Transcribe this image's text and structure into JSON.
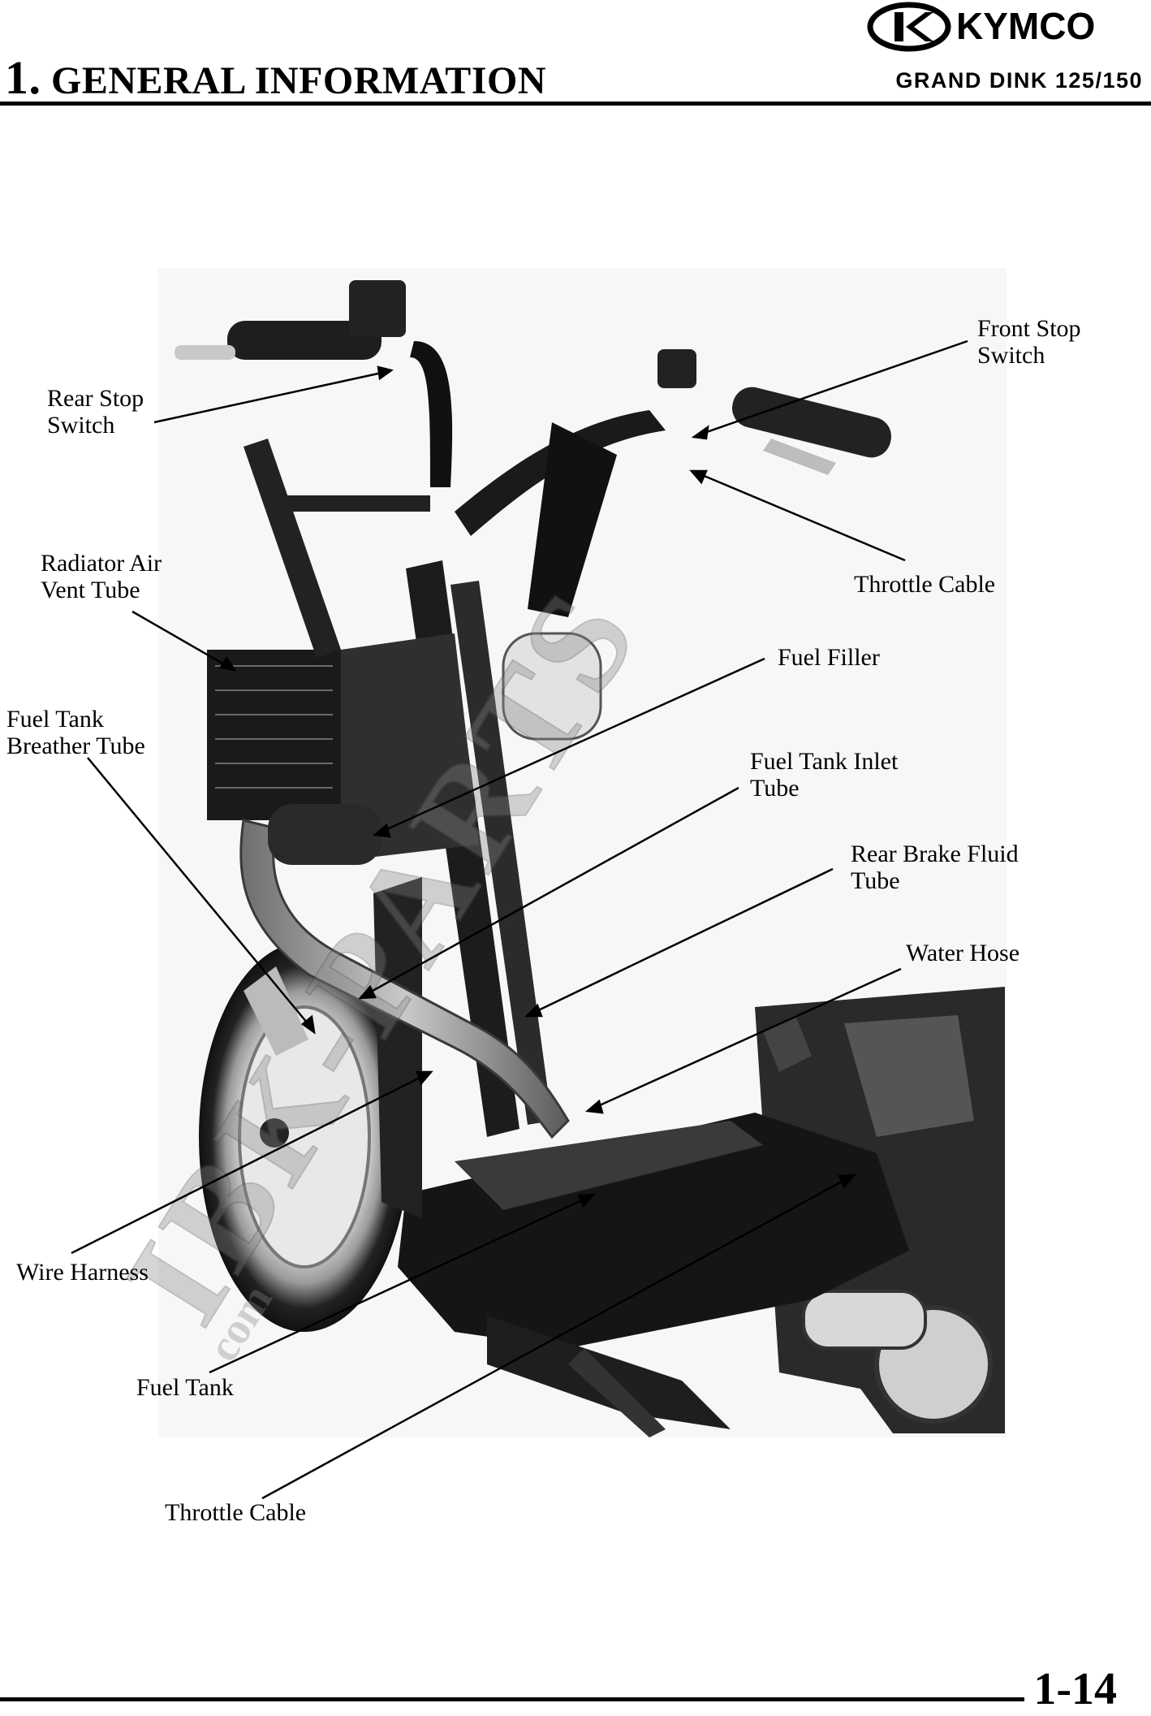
{
  "header": {
    "section_number": "1.",
    "section_title": "GENERAL INFORMATION",
    "brand": "KYMCO",
    "model": "GRAND DINK 125/150"
  },
  "watermark": {
    "text": "IBK-PARTS",
    "sub_text": "com"
  },
  "figure": {
    "labels": {
      "rear_stop_switch": [
        "Rear Stop",
        "Switch"
      ],
      "front_stop_switch": [
        "Front Stop",
        "Switch"
      ],
      "radiator_air_vent_tube": [
        "Radiator Air",
        "Vent Tube"
      ],
      "throttle_cable_top": [
        "Throttle Cable"
      ],
      "fuel_filler": [
        "Fuel Filler"
      ],
      "fuel_tank_breather_tube": [
        "Fuel Tank",
        "Breather Tube"
      ],
      "fuel_tank_inlet_tube": [
        "Fuel Tank Inlet",
        "Tube"
      ],
      "rear_brake_fluid_tube": [
        "Rear Brake Fluid",
        "Tube"
      ],
      "water_hose": [
        "Water Hose"
      ],
      "wire_harness": [
        "Wire Harness"
      ],
      "fuel_tank": [
        "Fuel Tank"
      ],
      "throttle_cable_bottom": [
        "Throttle Cable"
      ]
    }
  },
  "footer": {
    "page_number": "1-14"
  }
}
